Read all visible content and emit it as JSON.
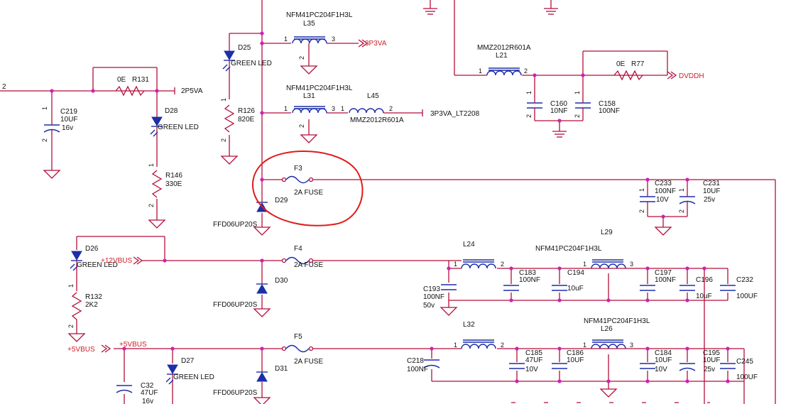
{
  "schematic": {
    "components": {
      "L35": {
        "ref": "L35",
        "part": "NFM41PC204F1H3L",
        "pin1": "1",
        "pin2": "2",
        "pin3": "3"
      },
      "L31": {
        "ref": "L31",
        "part": "NFM41PC204F1H3L",
        "pin1": "1",
        "pin2": "2",
        "pin3": "3"
      },
      "L45": {
        "ref": "L45",
        "part": "MMZ2012R601A",
        "pin1": "1",
        "pin2": "2"
      },
      "L21": {
        "ref": "L21",
        "part": "MMZ2012R601A",
        "pin1": "1",
        "pin2": "2"
      },
      "L24": {
        "ref": "L24",
        "pin1": "1",
        "pin2": "2"
      },
      "L29": {
        "ref": "L29",
        "part": "NFM41PC204F1H3L",
        "pin1": "1",
        "pin3": "3"
      },
      "L32": {
        "ref": "L32",
        "pin1": "1",
        "pin2": "2"
      },
      "L26": {
        "ref": "L26",
        "part": "NFM41PC204F1H3L",
        "pin1": "1",
        "pin3": "3"
      },
      "D25": {
        "ref": "D25",
        "value": "GREEN LED"
      },
      "D28": {
        "ref": "D28",
        "value": "GREEN LED"
      },
      "D26": {
        "ref": "D26",
        "value": "GREEN LED"
      },
      "D27": {
        "ref": "D27",
        "value": "GREEN LED"
      },
      "D29": {
        "ref": "D29",
        "value": "FFD06UP20S"
      },
      "D30": {
        "ref": "D30",
        "value": "FFD06UP20S"
      },
      "D31": {
        "ref": "D31",
        "value": "FFD06UP20S"
      },
      "R131": {
        "ref": "R131",
        "value": "0E"
      },
      "R126": {
        "ref": "R126",
        "value": "820E",
        "pin1": "1",
        "pin2": "2"
      },
      "R146": {
        "ref": "R146",
        "value": "330E",
        "pin1": "1",
        "pin2": "2"
      },
      "R132": {
        "ref": "R132",
        "value": "2K2",
        "pin1": "1",
        "pin2": "2"
      },
      "R77": {
        "ref": "R77",
        "value": "0E"
      },
      "C219": {
        "ref": "C219",
        "value": "10UF",
        "rating": "16v",
        "pin1": "1",
        "pin2": "2"
      },
      "C160": {
        "ref": "C160",
        "value": "10NF",
        "pin1": "1",
        "pin2": "2"
      },
      "C158": {
        "ref": "C158",
        "value": "100NF",
        "pin1": "1",
        "pin2": "2"
      },
      "C233": {
        "ref": "C233",
        "value": "100NF",
        "rating": "10V",
        "pin1": "1",
        "pin2": "2"
      },
      "C231": {
        "ref": "C231",
        "value": "10UF",
        "rating": "25v",
        "pin1": "1",
        "pin2": "2"
      },
      "C193": {
        "ref": "C193",
        "value": "100NF",
        "rating": "50v"
      },
      "C183": {
        "ref": "C183",
        "value": "100NF"
      },
      "C194": {
        "ref": "C194",
        "value": "10uF"
      },
      "C197": {
        "ref": "C197",
        "value": "100NF"
      },
      "C196": {
        "ref": "C196",
        "value": "10uF"
      },
      "C232": {
        "ref": "C232",
        "value": "100UF"
      },
      "C218": {
        "ref": "C218",
        "value": "100NF"
      },
      "C185": {
        "ref": "C185",
        "value": "47UF",
        "rating": "10V"
      },
      "C186": {
        "ref": "C186",
        "value": "10UF"
      },
      "C184": {
        "ref": "C184",
        "value": "10UF",
        "rating": "10V"
      },
      "C195": {
        "ref": "C195",
        "value": "10UF",
        "rating": "25v"
      },
      "C245": {
        "ref": "C245",
        "value": "100UF"
      },
      "C32": {
        "ref": "C32",
        "value": "47UF",
        "rating": "16v"
      },
      "F3": {
        "ref": "F3",
        "value": "2A FUSE"
      },
      "F4": {
        "ref": "F4",
        "value": "2A FUSE"
      },
      "F5": {
        "ref": "F5",
        "value": "2A FUSE"
      }
    },
    "nets": {
      "p3v3va": "3P3VA",
      "p2v5va": "2P5VA",
      "p3v3_lt2208": "3P3VA_LT2208",
      "dvddh": "DVDDH",
      "v12bus": "+12VBUS",
      "v5bus_port": "+5VBUS",
      "v5bus_label": "+5VBUS"
    },
    "misc": {
      "left_pin": "2"
    },
    "colors": {
      "wire": "#b40f3a",
      "component": "#1c2fa8",
      "junction": "#d11fb4",
      "annotation": "#e01b1b"
    }
  }
}
